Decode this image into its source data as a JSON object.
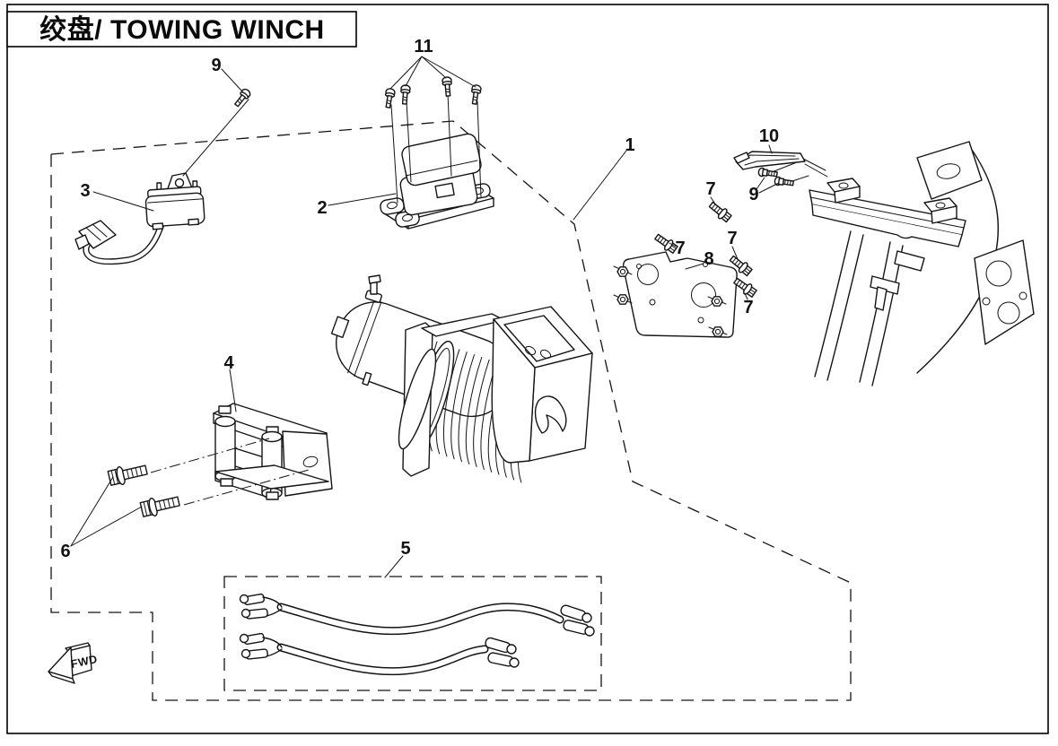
{
  "title": {
    "text": "绞盘/ TOWING WINCH"
  },
  "direction_indicator": {
    "label": "FWD"
  },
  "callouts": {
    "c1": {
      "label": "1"
    },
    "c2": {
      "label": "2"
    },
    "c3": {
      "label": "3"
    },
    "c4": {
      "label": "4"
    },
    "c5": {
      "label": "5"
    },
    "c6": {
      "label": "6"
    },
    "c7a": {
      "label": "7"
    },
    "c7b": {
      "label": "7"
    },
    "c7c": {
      "label": "7"
    },
    "c7d": {
      "label": "7"
    },
    "c8": {
      "label": "8"
    },
    "c9_left": {
      "label": "9"
    },
    "c9_right": {
      "label": "9"
    },
    "c10": {
      "label": "10"
    },
    "c11": {
      "label": "11"
    }
  },
  "colors": {
    "line": "#141414",
    "background": "#ffffff"
  }
}
